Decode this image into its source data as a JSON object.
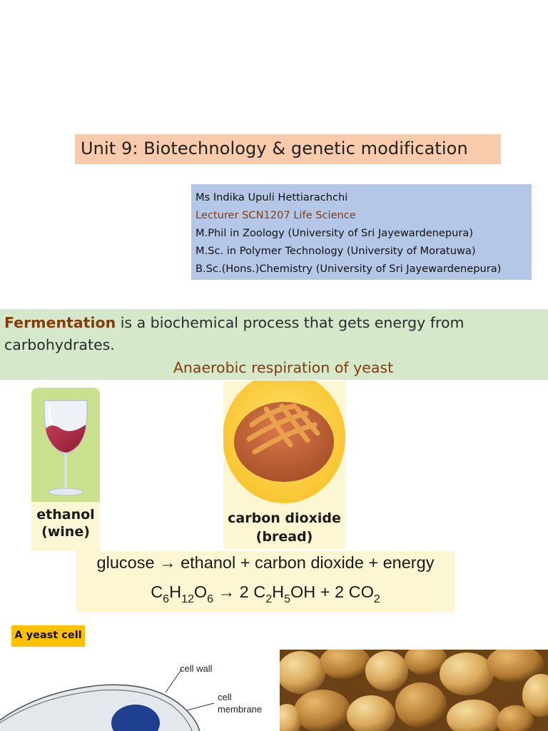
{
  "title": "Unit 9: Biotechnology & genetic modification",
  "lecturer": {
    "name": "Ms Indika Upuli Hettiarachchi",
    "position": "Lecturer SCN1207 Life Science",
    "qualifications": [
      "M.Phil in Zoology (University of Sri Jayewardenepura)",
      "M.Sc. in Polymer Technology (University of Moratuwa)",
      "B.Sc.(Hons.)Chemistry (University of Sri Jayewardenepura)"
    ]
  },
  "fermentation": {
    "term": "Fermentation",
    "definition_line1": " is a biochemical process that gets energy from",
    "definition_line2": "carbohydrates.",
    "subtitle": "Anaerobic respiration of yeast"
  },
  "products": {
    "wine": {
      "line1": "ethanol",
      "line2": "(wine)"
    },
    "bread": {
      "line1": "carbon dioxide",
      "line2": "(bread)"
    }
  },
  "equation": {
    "words": "glucose → ethanol + carbon dioxide + energy",
    "formula": {
      "reactant": [
        [
          "C",
          "6"
        ],
        [
          "H",
          "12"
        ],
        [
          "O",
          "6"
        ]
      ],
      "arrow": "→",
      "ethanol_coef": "2",
      "ethanol": [
        [
          "C",
          "2"
        ],
        [
          "H",
          "5"
        ],
        [
          "OH",
          ""
        ]
      ],
      "plus": "+",
      "co2_coef": "2",
      "co2": [
        [
          "CO",
          "2"
        ]
      ]
    }
  },
  "yeast": {
    "label": "A yeast cell",
    "diagram_labels": {
      "cell_wall": "cell wall",
      "membrane_line1": "cell",
      "membrane_line2": "membrane"
    }
  },
  "colors": {
    "title_bg": "#f8cbad",
    "lecturer_bg": "#b4c7e7",
    "accent": "#843c0c",
    "fermentation_bg": "#d5e8c9",
    "card_bg": "#fdf6d3",
    "yeast_label_bg": "#ffc000"
  }
}
